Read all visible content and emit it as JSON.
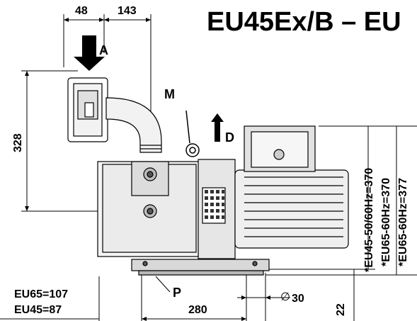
{
  "title": "EU45Ex/B – EU",
  "dimensions": {
    "top_left": "48",
    "top_right": "143",
    "height_left": "328",
    "base_width": "280",
    "foot_height": "22",
    "diameter_symbol": "∅",
    "diameter_value": "30",
    "left_offset_eu65": "EU65=107",
    "left_offset_eu45": "EU45=87"
  },
  "labels": {
    "inlet": "A",
    "motor_marker": "M",
    "lift_direction": "D",
    "foot_point": "P"
  },
  "height_notes": [
    "*EU45-50/60Hz=370",
    "*EU65-60Hz=370",
    "*EU65-60Hz=377"
  ]
}
